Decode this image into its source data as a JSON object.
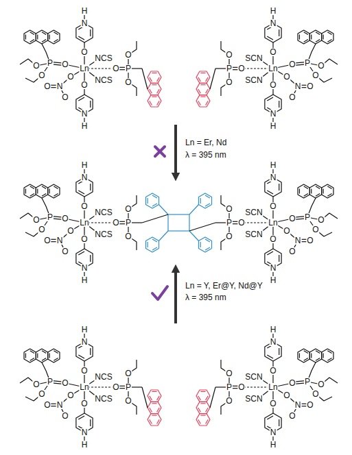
{
  "diagram": {
    "labels": [
      "Ln",
      "O",
      "N",
      "H",
      "O",
      "N",
      "H",
      "NCS",
      "NCS",
      "O",
      "N",
      "O",
      "O",
      "O",
      "P",
      "O",
      "O",
      "O",
      "P",
      "O",
      "O",
      "Ln",
      "O",
      "N",
      "H",
      "O",
      "N",
      "H",
      "SCN",
      "SCN",
      "O",
      "N",
      "O",
      "O",
      "O",
      "P",
      "O",
      "O",
      "O",
      "P",
      "O",
      "O",
      "Ln = Er, Nd",
      "λ = 395 nm",
      "Ln",
      "O",
      "N",
      "H",
      "O",
      "N",
      "H",
      "NCS",
      "NCS",
      "O",
      "N",
      "O",
      "O",
      "O",
      "P",
      "O",
      "O",
      "O",
      "P",
      "O",
      "O",
      "Ln",
      "O",
      "N",
      "H",
      "O",
      "N",
      "H",
      "SCN",
      "SCN",
      "O",
      "N",
      "O",
      "O",
      "O",
      "P",
      "O",
      "O",
      "O",
      "P",
      "O",
      "O",
      "Ln = Y, Er@Y, Nd@Y",
      "λ = 395 nm",
      "Ln",
      "O",
      "N",
      "H",
      "O",
      "N",
      "H",
      "NCS",
      "NCS",
      "O",
      "N",
      "O",
      "O",
      "O",
      "P",
      "O",
      "O",
      "O",
      "P",
      "O",
      "O",
      "Ln",
      "O",
      "N",
      "H",
      "O",
      "N",
      "H",
      "SCN",
      "SCN",
      "O",
      "N",
      "O",
      "O",
      "O",
      "P",
      "O",
      "O",
      "O",
      "P",
      "O",
      "O"
    ]
  }
}
